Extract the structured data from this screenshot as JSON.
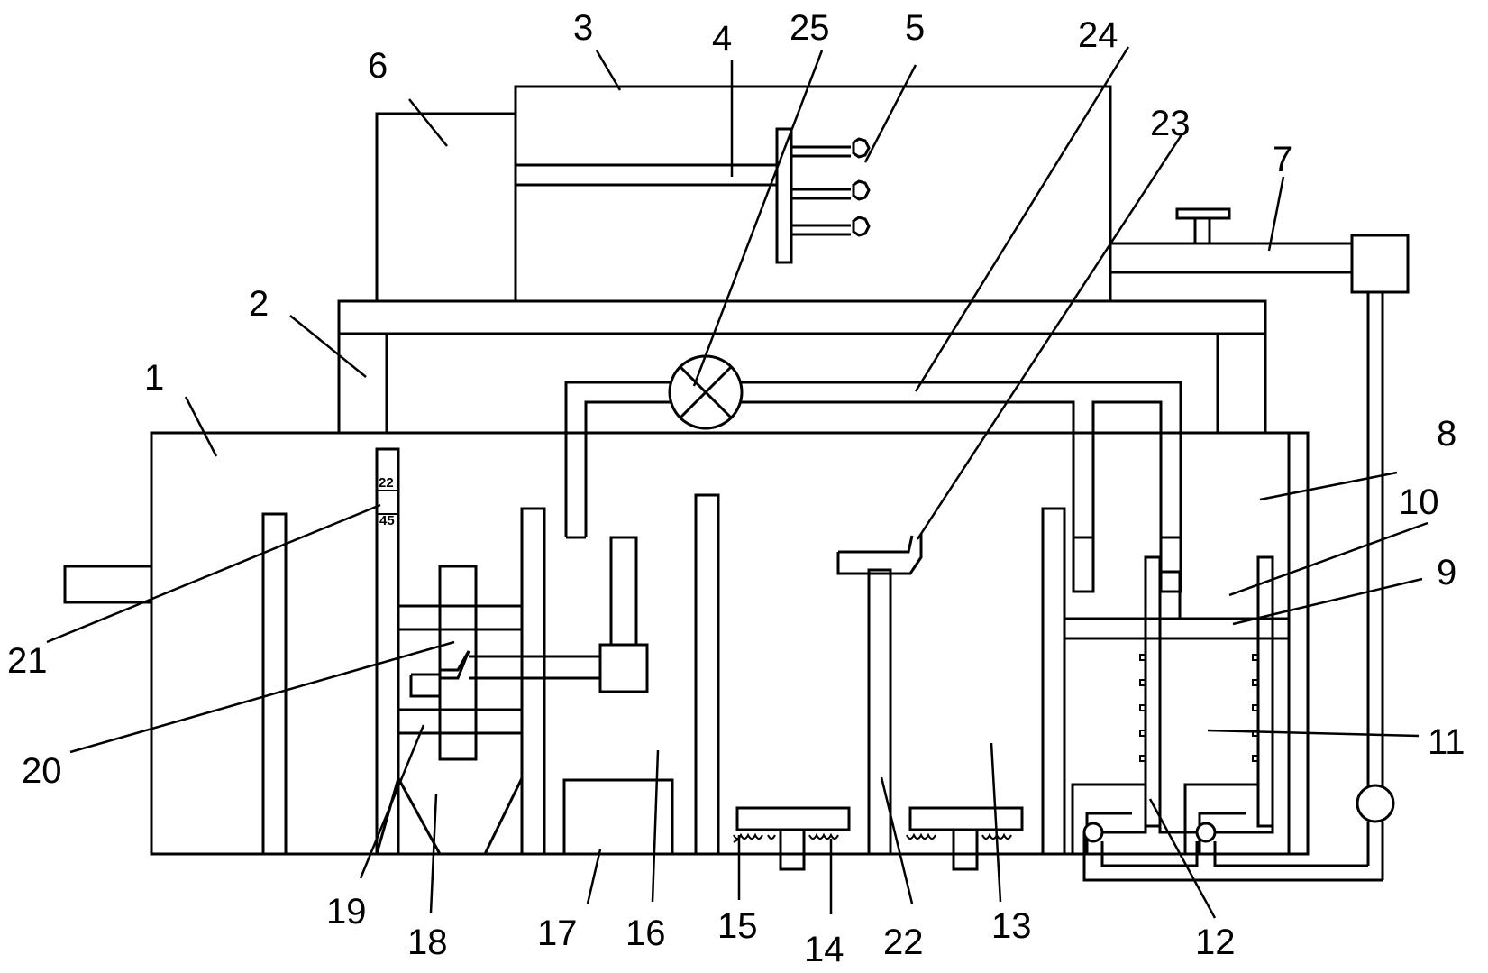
{
  "figure": {
    "callouts": [
      "1",
      "2",
      "3",
      "4",
      "5",
      "6",
      "7",
      "8",
      "9",
      "10",
      "11",
      "12",
      "13",
      "14",
      "15",
      "16",
      "17",
      "18",
      "19",
      "20",
      "21",
      "22",
      "23",
      "24",
      "25"
    ],
    "marks": [
      "22",
      "45"
    ]
  }
}
